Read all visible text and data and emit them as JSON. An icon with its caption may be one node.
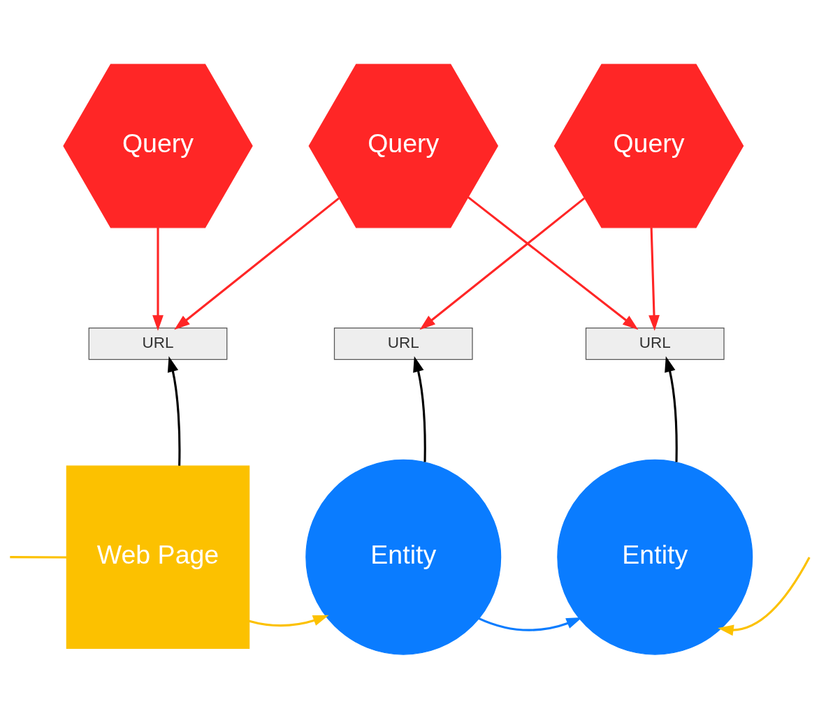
{
  "diagram": {
    "nodes": [
      {
        "text": [
          "Query"
        ]
      },
      {
        "text": [
          "Query"
        ]
      },
      {
        "text": [
          "Query"
        ]
      },
      {
        "text": [
          "URL"
        ]
      },
      {
        "text": [
          "URL"
        ]
      },
      {
        "text": [
          "URL"
        ]
      },
      {
        "text": [
          "Web Page"
        ]
      },
      {
        "text": [
          "Entity"
        ]
      },
      {
        "text": [
          "Entity"
        ]
      }
    ],
    "edges": [
      {
        "from": 0,
        "to": 3,
        "arrow": "to"
      },
      {
        "from": 1,
        "to": 3,
        "arrow": "to"
      },
      {
        "from": 1,
        "to": 5,
        "arrow": "to"
      },
      {
        "from": 2,
        "to": 4,
        "arrow": "to"
      },
      {
        "from": 2,
        "to": 5,
        "arrow": "to"
      },
      {
        "from": 6,
        "to": 3,
        "arrow": "to",
        "color": "#000000"
      },
      {
        "from": 7,
        "to": 4,
        "arrow": "to",
        "color": "#000000"
      },
      {
        "from": 8,
        "to": 5,
        "arrow": "to",
        "color": "#000000"
      },
      {
        "from": null,
        "to": 6,
        "arrow": "none",
        "color": "#fcc100"
      },
      {
        "from": 6,
        "to": 7,
        "arrow": "to",
        "color": "#fcc100"
      },
      {
        "from": 7,
        "to": 8,
        "arrow": "to",
        "color": "#0a7cff"
      },
      {
        "from": null,
        "to": 8,
        "arrow": "to",
        "color": "#fcc100"
      }
    ]
  }
}
